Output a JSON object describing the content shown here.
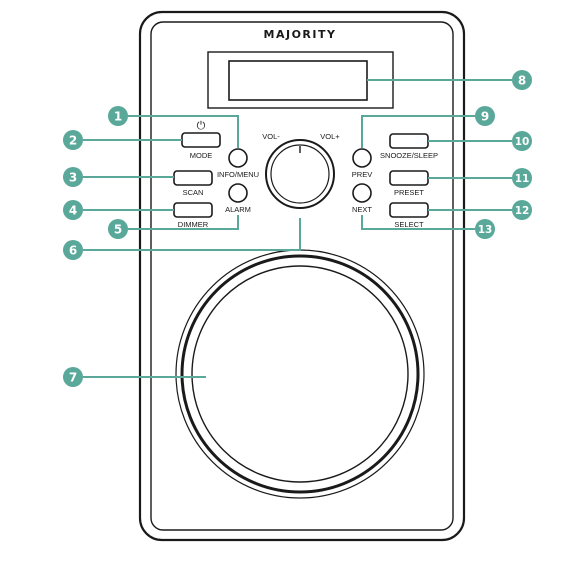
{
  "device": {
    "brand": "MAJORITY"
  },
  "labels": {
    "power_symbol": "⏻",
    "mode": "MODE",
    "scan": "SCAN",
    "dimmer": "DIMMER",
    "info_menu": "INFO/MENU",
    "alarm": "ALARM",
    "vol_minus": "VOL-",
    "vol_plus": "VOL+",
    "prev": "PREV",
    "next": "NEXT",
    "snooze_sleep": "SNOOZE/SLEEP",
    "preset": "PRESET",
    "select": "SELECT"
  },
  "callouts": {
    "c1": "1",
    "c2": "2",
    "c3": "3",
    "c4": "4",
    "c5": "5",
    "c6": "6",
    "c7": "7",
    "c8": "8",
    "c9": "9",
    "c10": "10",
    "c11": "11",
    "c12": "12",
    "c13": "13"
  },
  "colors": {
    "callout": "#5aa89a",
    "outline": "#1a1a1a"
  }
}
